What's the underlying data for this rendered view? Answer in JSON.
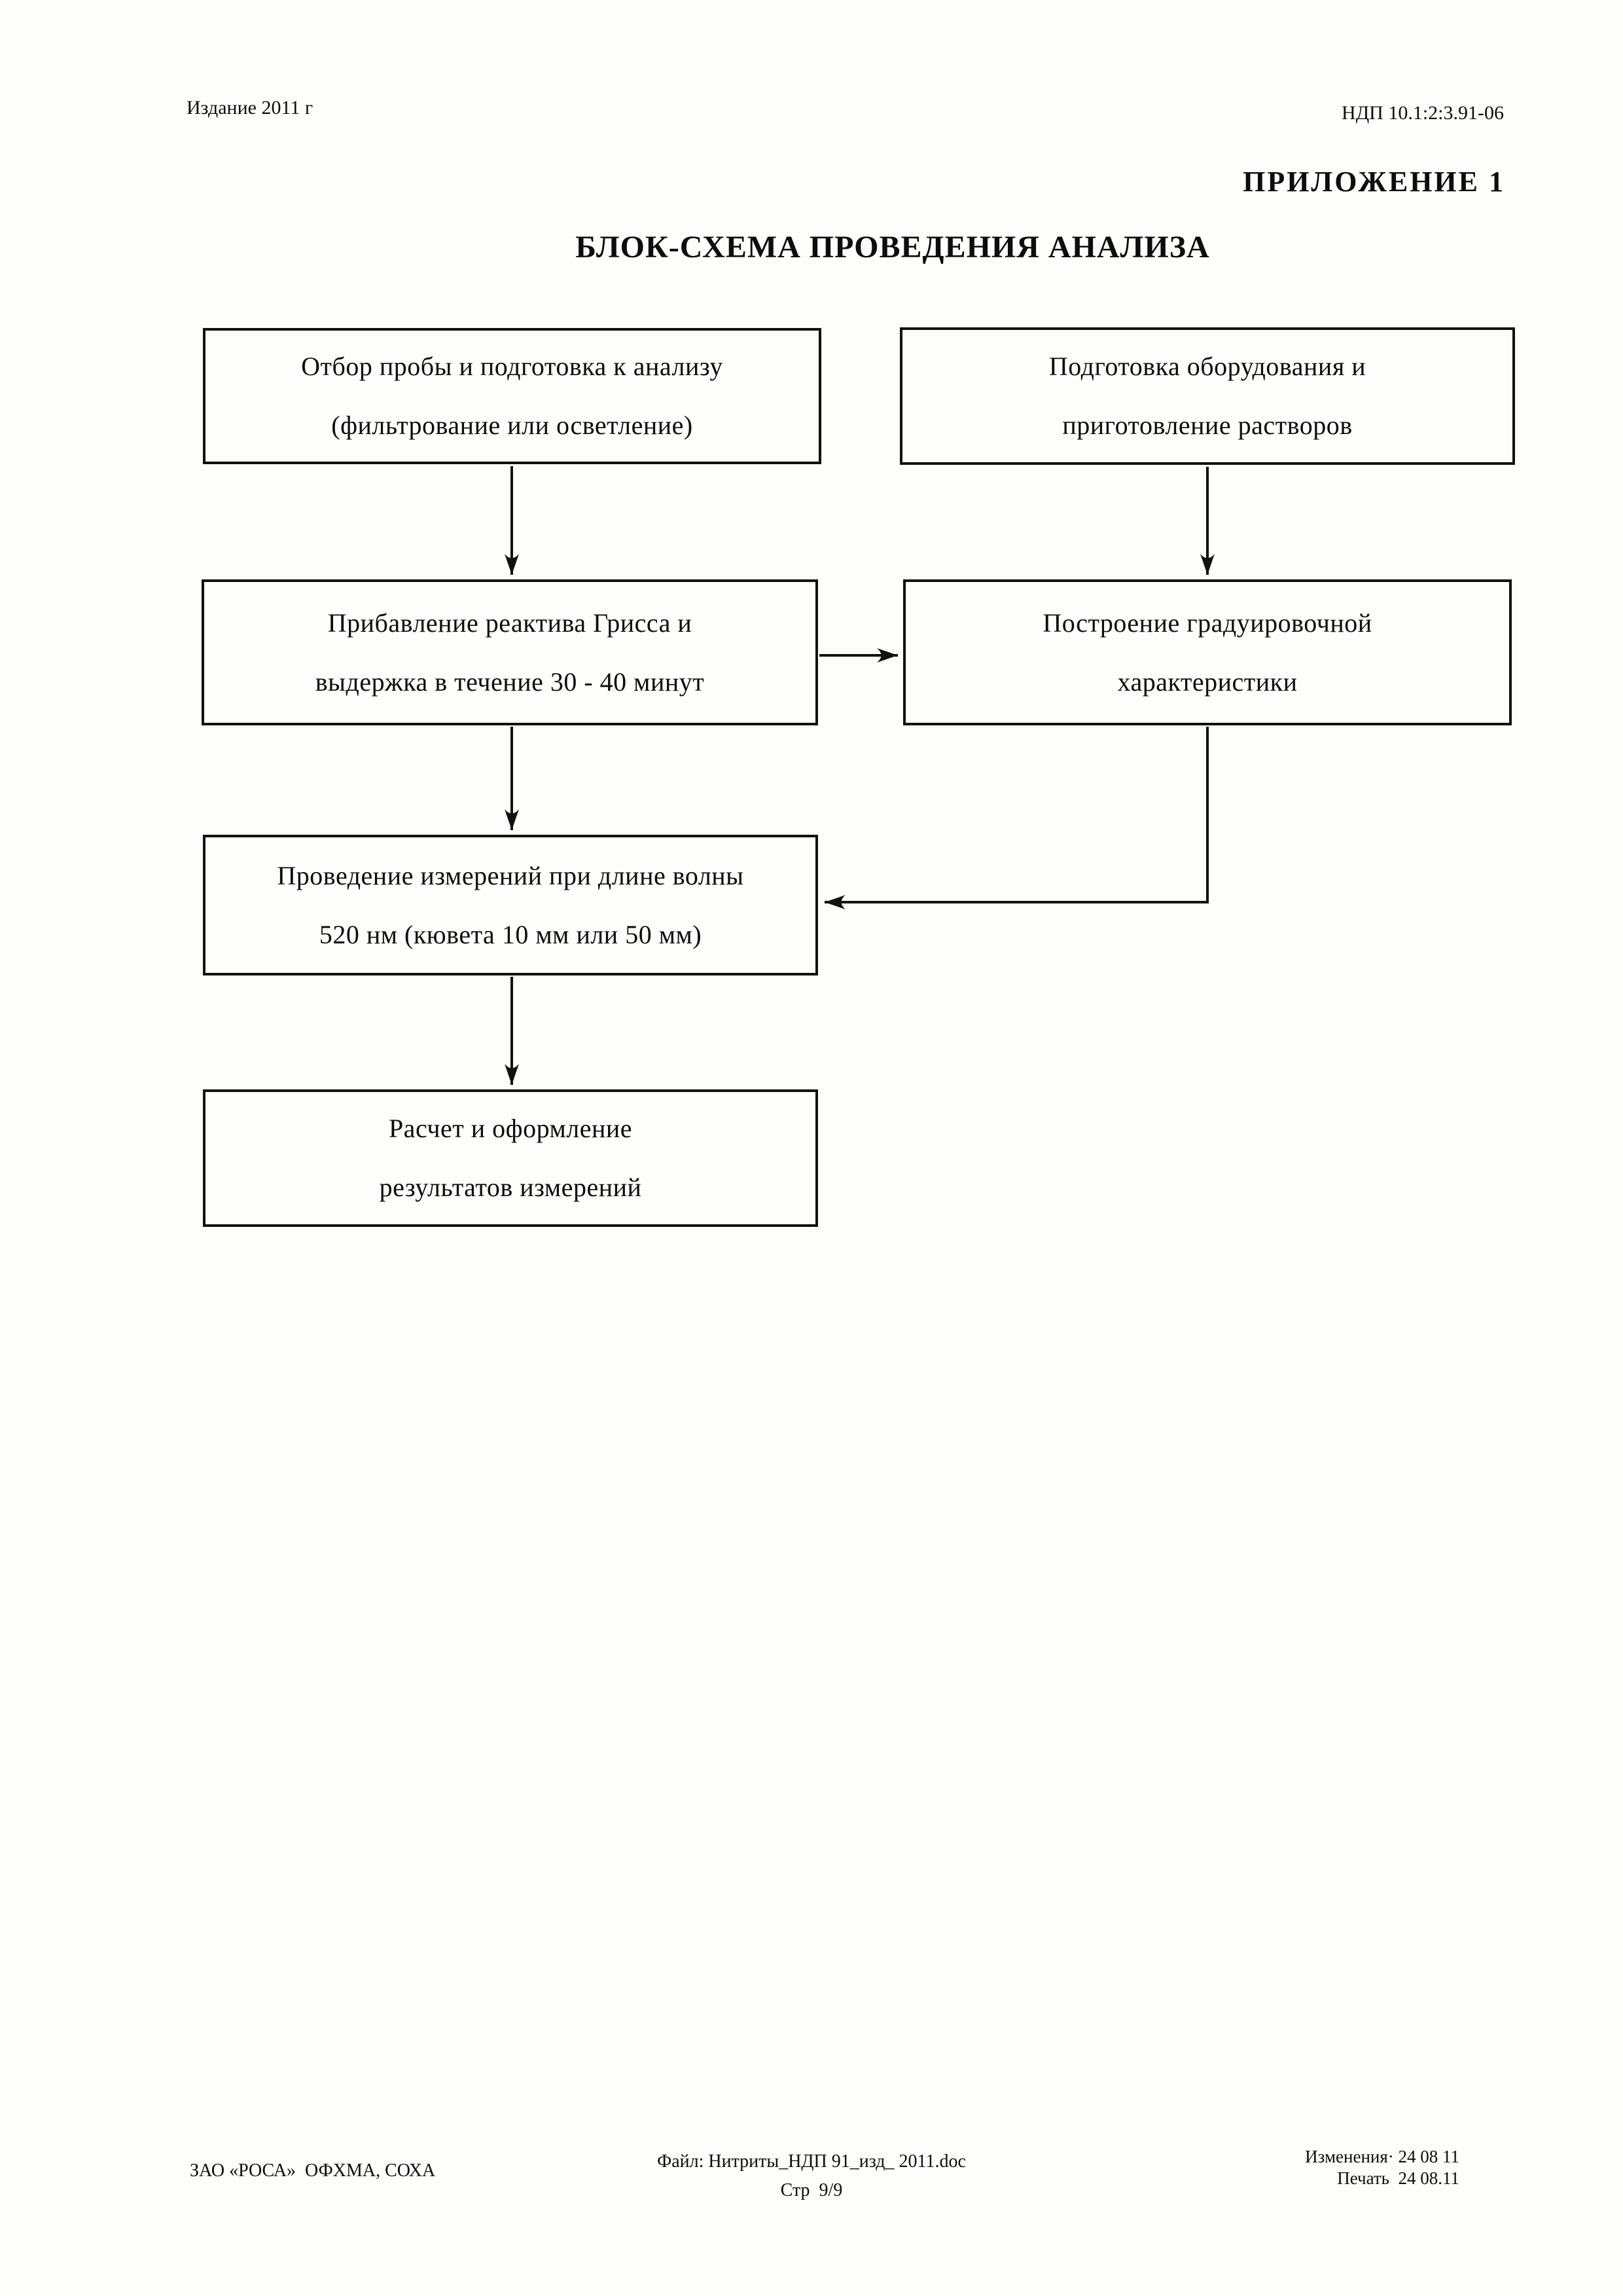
{
  "header": {
    "left": "Издание 2011 г",
    "right": "НДП 10.1:2:3.91-06",
    "annex": "ПРИЛОЖЕНИЕ 1"
  },
  "title": "БЛОК-СХЕМА ПРОВЕДЕНИЯ АНАЛИЗА",
  "flowchart": {
    "boxes": [
      {
        "id": "sample-prep",
        "lines": [
          "Отбор пробы и подготовка к анализу",
          "(фильтрование или осветление)"
        ]
      },
      {
        "id": "equipment-prep",
        "lines": [
          "Подготовка оборудования и",
          "приготовление растворов"
        ]
      },
      {
        "id": "griess-reagent",
        "lines": [
          "Прибавление реактива Грисса и",
          "выдержка в течение 30 - 40 минут"
        ]
      },
      {
        "id": "calibration-curve",
        "lines": [
          "Построение градуировочной",
          "характеристики"
        ]
      },
      {
        "id": "measurement",
        "lines": [
          "Проведение измерений при длине волны",
          "520 нм (кювета 10 мм или 50 мм)"
        ]
      },
      {
        "id": "results",
        "lines": [
          "Расчет и оформление",
          "результатов измерений"
        ]
      }
    ],
    "edges": [
      {
        "from": "sample-prep",
        "to": "griess-reagent"
      },
      {
        "from": "equipment-prep",
        "to": "calibration-curve"
      },
      {
        "from": "griess-reagent",
        "to": "calibration-curve"
      },
      {
        "from": "calibration-curve",
        "to": "measurement"
      },
      {
        "from": "griess-reagent",
        "to": "measurement"
      },
      {
        "from": "measurement",
        "to": "results"
      }
    ]
  },
  "footer": {
    "organization": "ЗАО «РОСА»  ОФХМА, СОХА",
    "file": "Файл: Нитриты_НДП 91_изд_ 2011.doc",
    "page": "Стр  9/9",
    "changes": "Изменения· 24 08 11",
    "printed": "Печать  24 08.11"
  }
}
